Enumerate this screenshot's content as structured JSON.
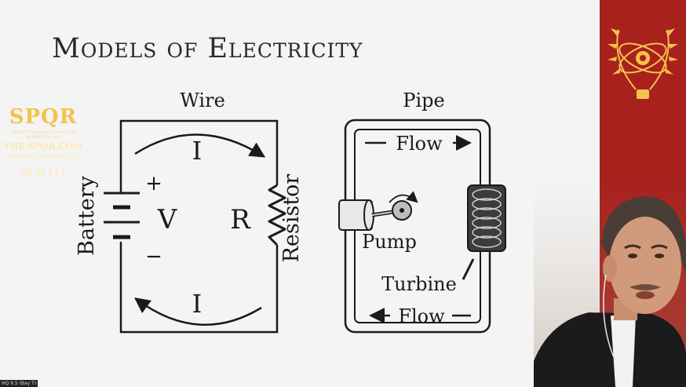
{
  "slide": {
    "title": "Models of Electricity"
  },
  "wire_model": {
    "heading": "Wire",
    "battery_label": "Battery",
    "plus_sign": "+",
    "minus_sign": "−",
    "voltage_label": "V",
    "current_label_top": "I",
    "current_label_bottom": "I",
    "resistance_label": "R",
    "resistor_label": "Resistor"
  },
  "pipe_model": {
    "heading": "Pipe",
    "flow_top": "Flow",
    "flow_bottom": "Flow",
    "pump_label": "Pump",
    "turbine_label": "Turbine"
  },
  "sidebar": {
    "logo_text": "SPQR",
    "motto": "SOCIETY FOR POST-QUANTUM RESEARCH, LLC",
    "site": "THE SPQR.COM",
    "sub": "ontherrzar.substack.com",
    "page_indicator": "28 of 111",
    "colors": {
      "background": "#a8211d",
      "gold": "#f3c24a"
    }
  },
  "video": {
    "host_label": "HQ 9.5 (Bay T)"
  }
}
